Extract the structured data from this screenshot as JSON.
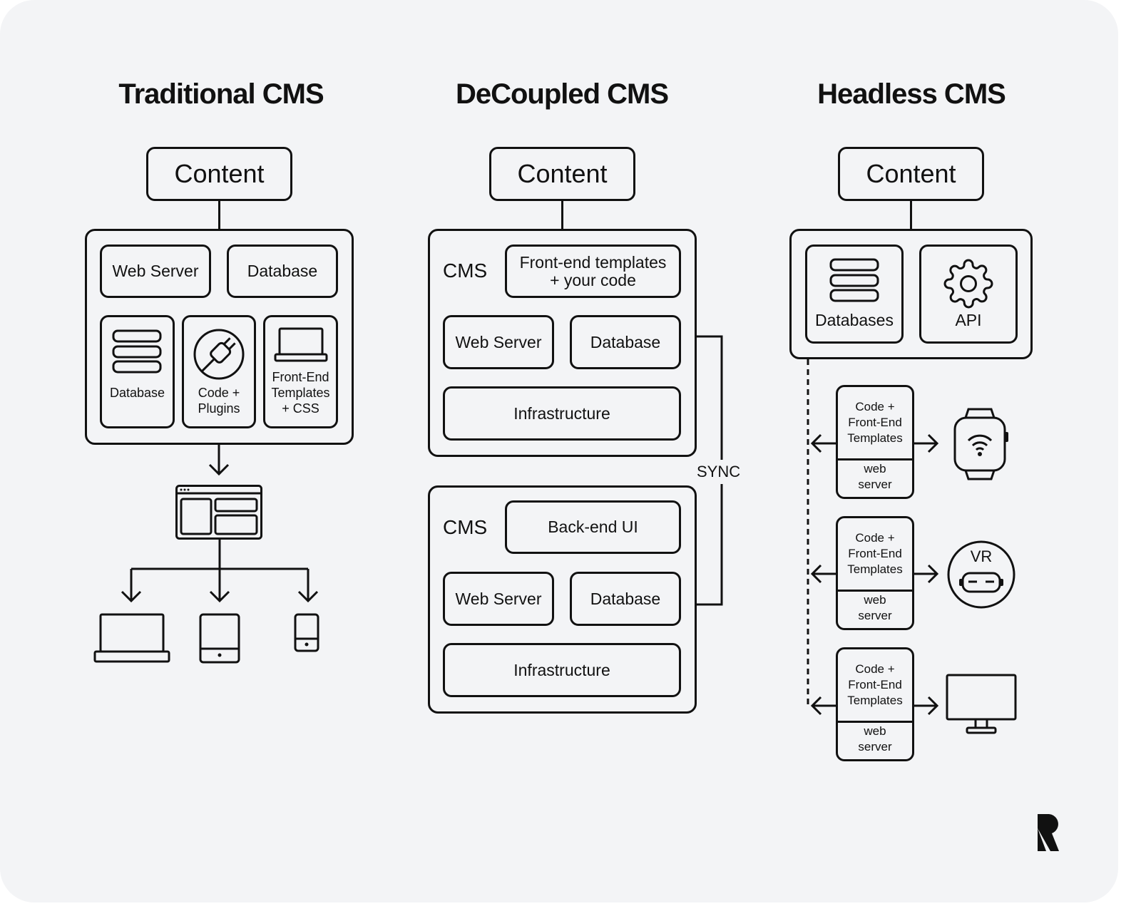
{
  "traditional": {
    "title": "Traditional CMS",
    "content": "Content",
    "web_server": "Web Server",
    "database_top": "Database",
    "database_tile": "Database",
    "code_plugins": "Code +\nPlugins",
    "frontend_templates": "Front-End\nTemplates\n+ CSS"
  },
  "decoupled": {
    "title": "DeCoupled CMS",
    "content": "Content",
    "cms_label_1": "CMS",
    "frontend_code": "Front-end templates\n+ your code",
    "web_server_1": "Web Server",
    "database_1": "Database",
    "infrastructure_1": "Infrastructure",
    "sync": "SYNC",
    "cms_label_2": "CMS",
    "backend_ui": "Back-end UI",
    "web_server_2": "Web Server",
    "database_2": "Database",
    "infrastructure_2": "Infrastructure"
  },
  "headless": {
    "title": "Headless CMS",
    "content": "Content",
    "databases": "Databases",
    "api": "API",
    "channels": [
      {
        "top": "Code +\nFront-End\nTemplates",
        "bottom": "web\nserver",
        "device": "smartwatch-icon"
      },
      {
        "top": "Code +\nFront-End\nTemplates",
        "bottom": "web\nserver",
        "device": "vr-headset-icon",
        "device_label": "VR"
      },
      {
        "top": "Code +\nFront-End\nTemplates",
        "bottom": "web\nserver",
        "device": "monitor-icon"
      }
    ]
  },
  "colors": {
    "background": "#f3f4f6",
    "stroke": "#111111"
  }
}
